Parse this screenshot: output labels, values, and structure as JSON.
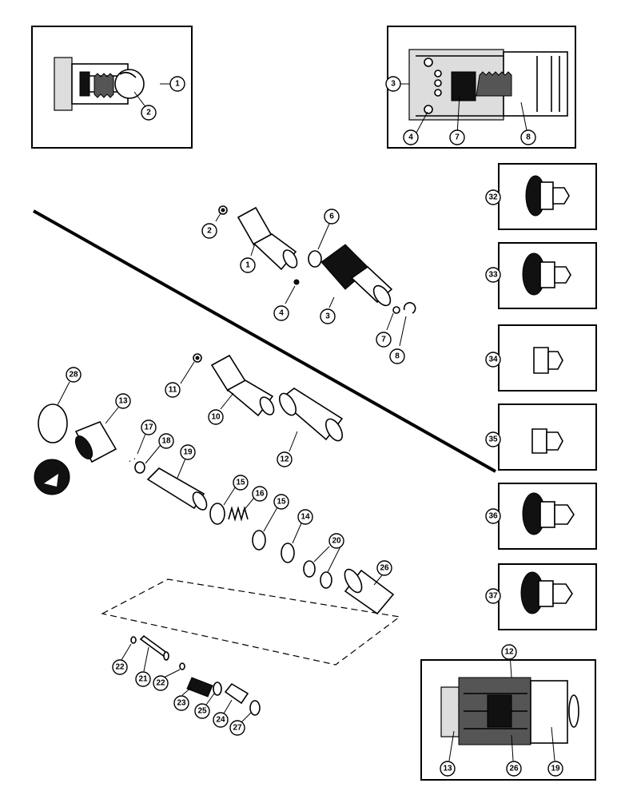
{
  "callouts": {
    "c1a": "1",
    "c2a": "2",
    "c3a": "3",
    "c4a": "4",
    "c7a": "7",
    "c8a": "8",
    "c2": "2",
    "c1": "1",
    "c6": "6",
    "c3": "3",
    "c4": "4",
    "c7": "7",
    "c8": "8",
    "c11": "11",
    "c10": "10",
    "c12": "12",
    "c28": "28",
    "c13": "13",
    "c17": "17",
    "c18": "18",
    "c19": "19",
    "c15a": "15",
    "c16": "16",
    "c15b": "15",
    "c14": "14",
    "c20": "20",
    "c26": "26",
    "c22a": "22",
    "c21": "21",
    "c22b": "22",
    "c23": "23",
    "c25": "25",
    "c24": "24",
    "c27": "27",
    "c32": "32",
    "c33": "33",
    "c34": "34",
    "c35": "35",
    "c36": "36",
    "c37": "37",
    "c12b": "12",
    "c13b": "13",
    "c26b": "26",
    "c19b": "19"
  }
}
